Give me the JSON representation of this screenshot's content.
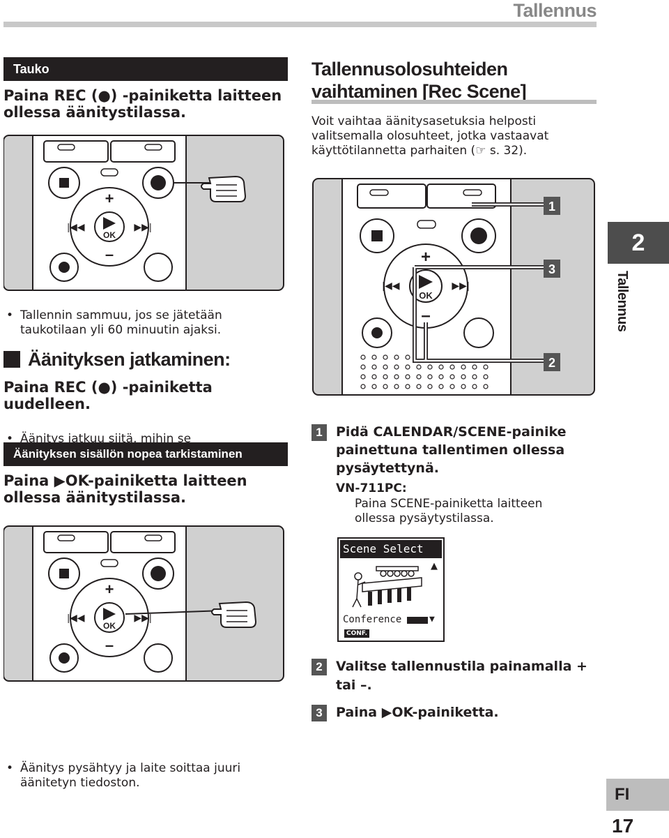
{
  "header": {
    "title": "Tallennus"
  },
  "side_tab": {
    "number": "2",
    "label": "Tallennus"
  },
  "footer": {
    "lang": "FI",
    "page": "17"
  },
  "left": {
    "tauko_bar": "Tauko",
    "tauko_instruction": "Paina REC (●) -painiketta laitteen ollessa äänitystilassa.",
    "tauko_note": "Tallennin sammuu, jos se jätetään taukotilaan yli 60 minuutin ajaksi.",
    "jatkaminen_title": "Äänityksen jatkaminen:",
    "jatkaminen_instruction": "Paina REC (●) -painiketta uudelleen.",
    "jatkaminen_note": "Äänitys jatkuu siitä, mihin se keskeytettiin.",
    "tarkistus_bar": "Äänityksen sisällön nopea tarkistaminen",
    "tarkistus_instruction": "Paina ▶OK-painiketta laitteen ollessa äänitystilassa.",
    "tarkistus_note": "Äänitys pysähtyy ja laite soittaa juuri äänitetyn tiedoston."
  },
  "right": {
    "section_title_1": "Tallennusolosuhteiden",
    "section_title_2": "vaihtaminen [Rec Scene]",
    "intro": "Voit vaihtaa äänitysasetuksia helposti valitsemalla olosuhteet, jotka vastaavat käyttötilannetta parhaiten (☞ s. 32).",
    "callouts": [
      "1",
      "3",
      "2"
    ],
    "steps": [
      {
        "num": "1",
        "text": "Pidä CALENDAR/SCENE-painike painettuna tallentimen ollessa pysäytettynä."
      },
      {
        "num": "2",
        "text": "Valitse tallennustila painamalla + tai –."
      },
      {
        "num": "3",
        "text": "Paina ▶OK-painiketta."
      }
    ],
    "model_label": "VN-711PC:",
    "model_instruction": "Paina SCENE-painiketta laitteen ollessa pysäytystilassa.",
    "lcd": {
      "title": "Scene Select",
      "item": "Conference",
      "tag": "CONF."
    }
  },
  "device_labels": {
    "ok": "OK",
    "plus": "+",
    "minus": "–"
  },
  "colors": {
    "bar": "#231f20",
    "gray_band": "#d0d0d0",
    "tab_gray": "#555555"
  }
}
